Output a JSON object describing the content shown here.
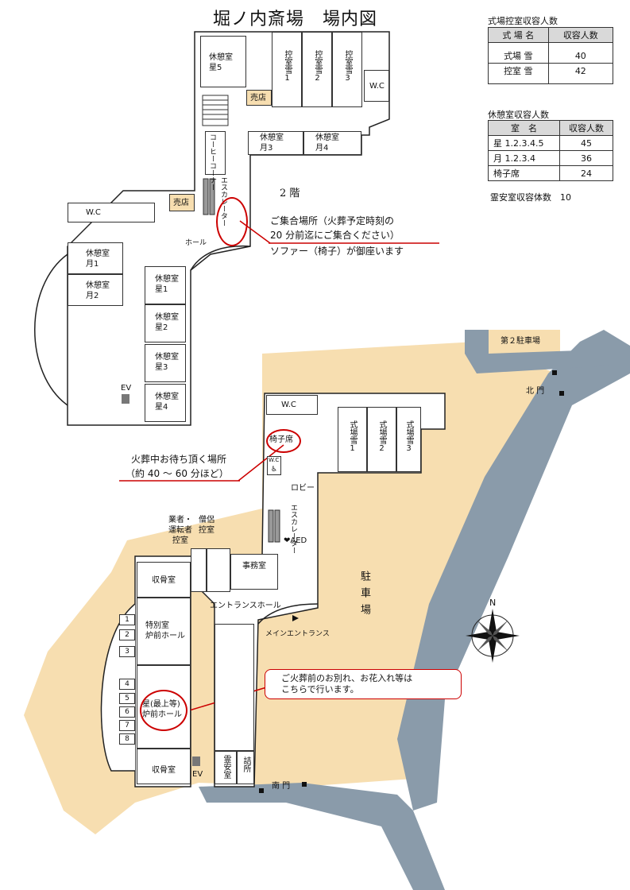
{
  "title": "堀ノ内斎場　場内図",
  "floor2_label": "2 階",
  "table1": {
    "caption": "式場控室収容人数",
    "headers": [
      "式 場 名",
      "収容人数"
    ],
    "rows": [
      [
        "式場 雪",
        "40"
      ],
      [
        "控室 雪",
        "42"
      ]
    ]
  },
  "table2": {
    "caption": "休憩室収容人数",
    "headers": [
      "室　名",
      "収容人数"
    ],
    "rows": [
      [
        "星 1.2.3.4.5",
        "45"
      ],
      [
        "月 1.2.3.4",
        "36"
      ],
      [
        "椅子席",
        "24"
      ]
    ]
  },
  "reian_capacity": "霊安室収容体数　10",
  "floor2_rooms": {
    "kyukei_hoshi5": "休憩室\n星5",
    "hikae_yuki1": "控室雪1",
    "hikae_yuki2": "控室雪2",
    "hikae_yuki3": "控室雪3",
    "wc_top": "W.C",
    "baiten_top": "売店",
    "kyukei_tsuki3": "休憩室\n月3",
    "kyukei_tsuki4": "休憩室\n月4",
    "coffee": "コーヒーコーナー",
    "escalator": "エスカレーター",
    "baiten_mid": "売店",
    "wc_mid": "W.C",
    "hall": "ホール",
    "kyukei_tsuki1": "休憩室\n月1",
    "kyukei_tsuki2": "休憩室\n月2",
    "kyukei_hoshi1": "休憩室\n星1",
    "kyukei_hoshi2": "休憩室\n星2",
    "kyukei_hoshi3": "休憩室\n星3",
    "kyukei_hoshi4": "休憩室\n星4",
    "ev": "EV"
  },
  "callout_gathering": {
    "line1": "ご集合場所（火葬予定時刻の",
    "line2": "20 分前迄にご集合ください）",
    "line3": "ソファー（椅子）が御座います"
  },
  "callout_waiting": {
    "line1": "火葬中お待ち頂く場所",
    "line2": "（約 40 ～ 60 分ほど）"
  },
  "callout_farewell": {
    "line1": "ご火葬前のお別れ、お花入れ等は",
    "line2": "こちらで行います。"
  },
  "floor1_rooms": {
    "wc": "W.C",
    "isuseki": "椅子席",
    "shikijo1": "式場雪1",
    "shikijo2": "式場雪2",
    "shikijo3": "式場雪3",
    "wc_small": "W.C",
    "lobby": "ロビー",
    "escalator": "エスカレーター",
    "aed": "AED",
    "gyosha": "業者・\n運転者\n控室",
    "soryo": "僧侶\n控室",
    "jimushitsu": "事務室",
    "shukotsu_top": "収骨室",
    "tokubetsu": "特別室\n炉前ホール",
    "hoshi_hall": "星(最上等)\n炉前ホール",
    "shukotsu_bottom": "収骨室",
    "ev": "EV",
    "reian": "霊安室",
    "tsume": "詰所",
    "entrance_hall": "エントランスホール",
    "main_entrance": "メインエントランス",
    "parking": "駐車場",
    "parking2": "第２駐車場",
    "north_gate": "北 門",
    "south_gate": "南 門",
    "north_mark": "N"
  },
  "furnaces": [
    "1",
    "2",
    "3",
    "4",
    "5",
    "6",
    "7",
    "8"
  ],
  "colors": {
    "ground": "#f7deb0",
    "road": "#8a9baa",
    "callout": "#cc0000"
  }
}
